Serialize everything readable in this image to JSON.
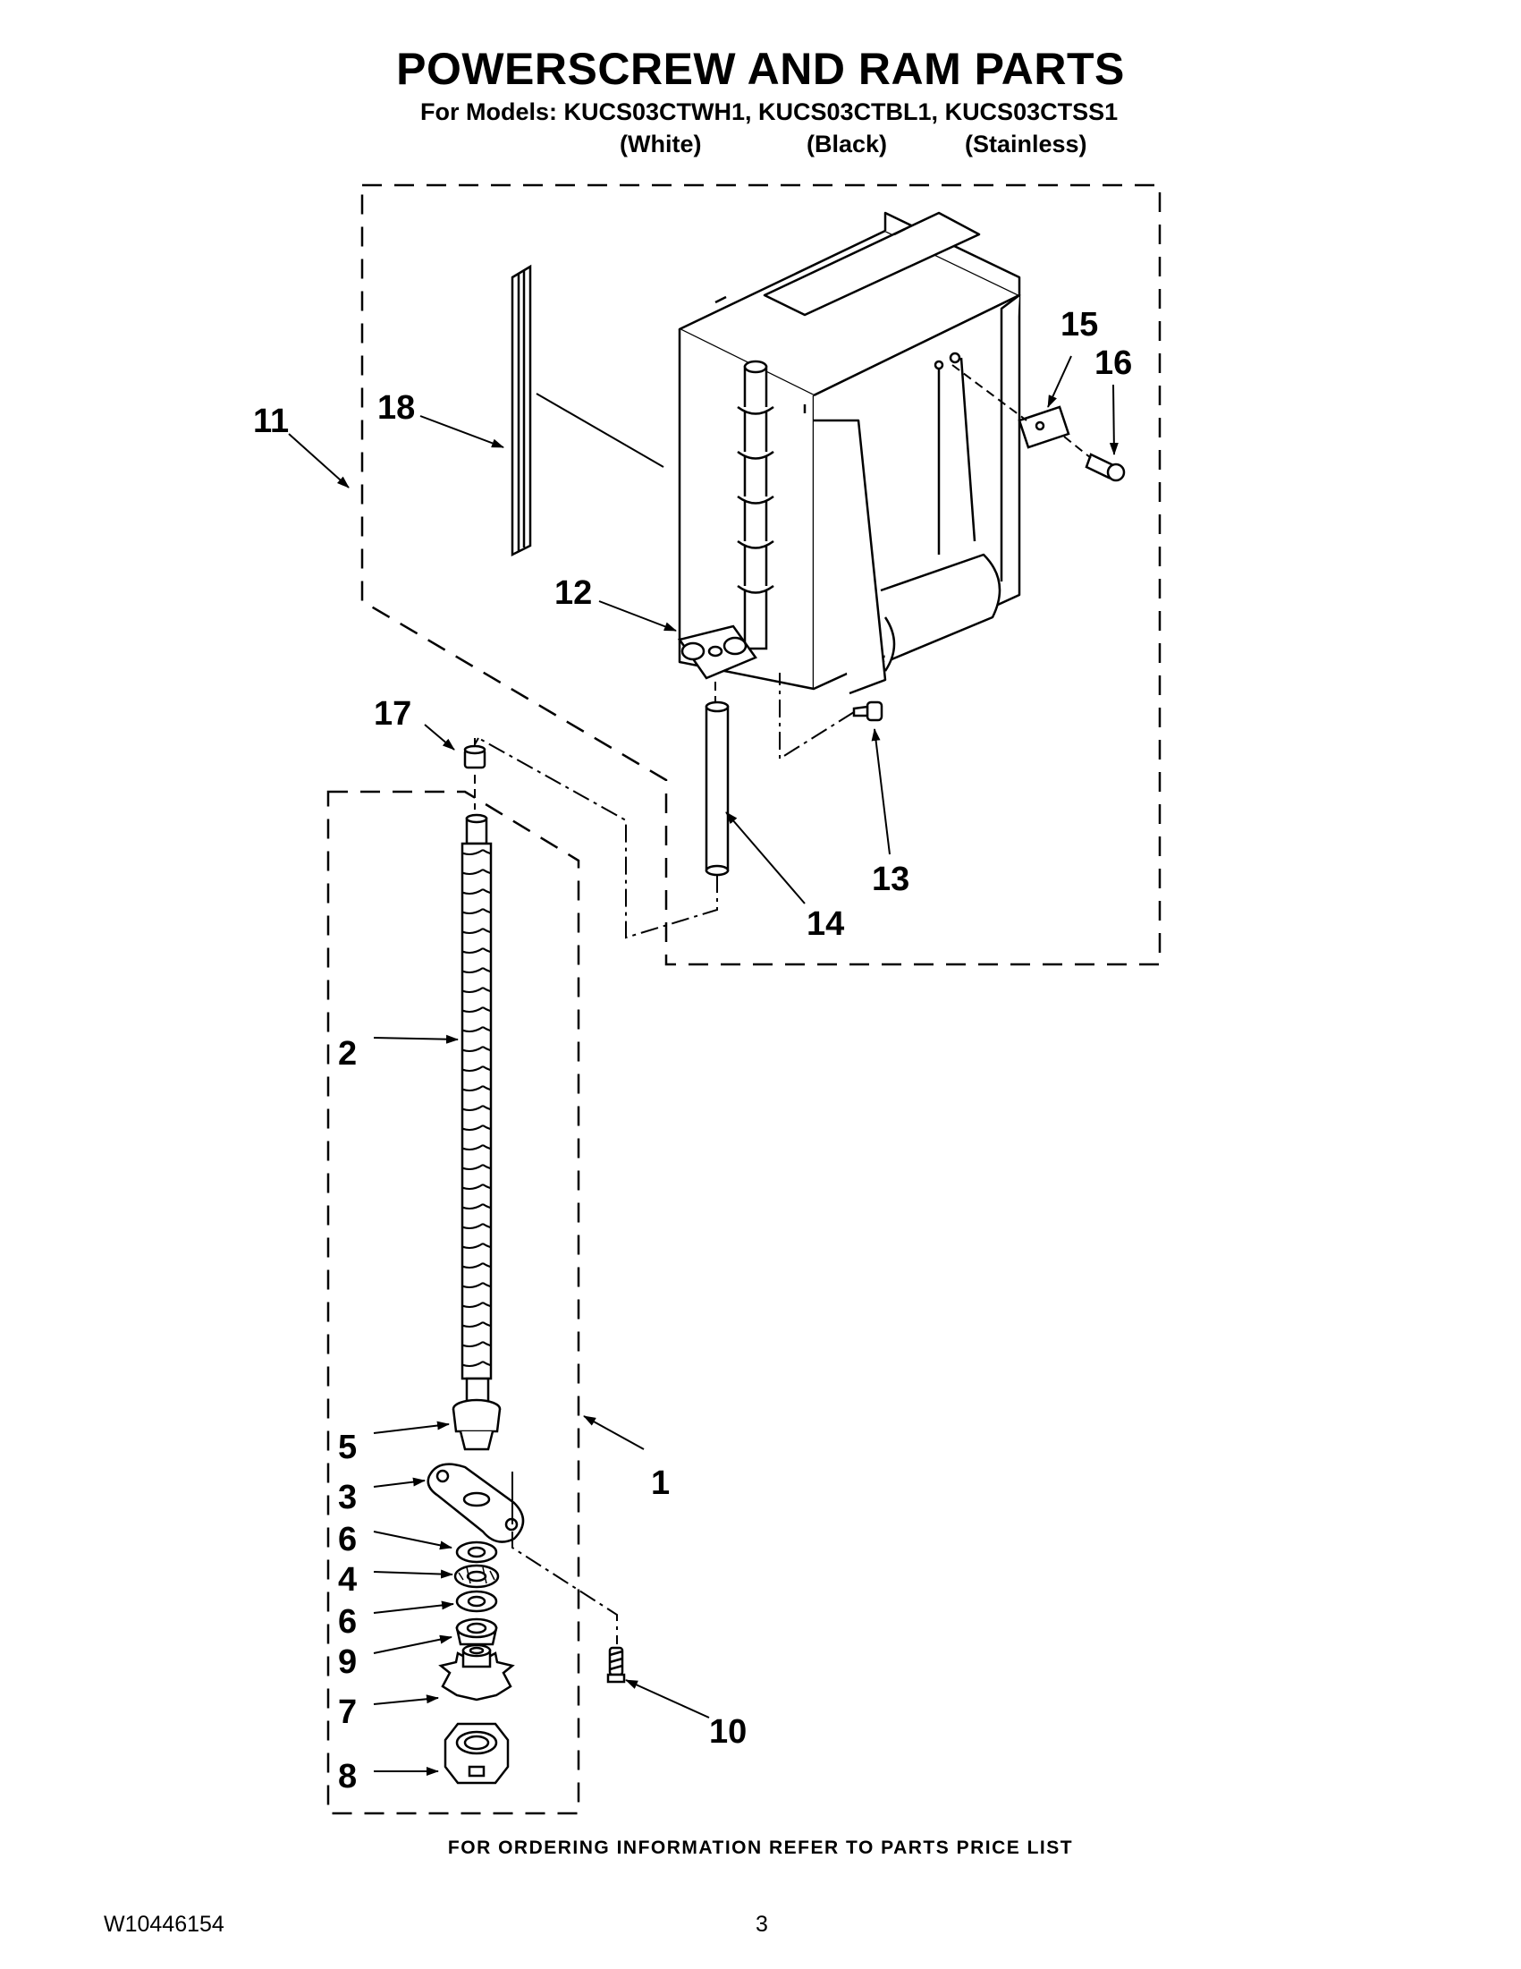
{
  "header": {
    "title": "POWERSCREW AND RAM PARTS",
    "models_line": "For Models: KUCS03CTWH1, KUCS03CTBL1, KUCS03CTSS1",
    "variants": [
      "(White)",
      "(Black)",
      "(Stainless)"
    ]
  },
  "callouts": {
    "c1": "1",
    "c2": "2",
    "c3": "3",
    "c4": "4",
    "c5": "5",
    "c6a": "6",
    "c6b": "6",
    "c7": "7",
    "c8": "8",
    "c9": "9",
    "c10": "10",
    "c11": "11",
    "c12": "12",
    "c13": "13",
    "c14": "14",
    "c15": "15",
    "c16": "16",
    "c17": "17",
    "c18": "18"
  },
  "footer": {
    "ordering_note": "FOR ORDERING INFORMATION REFER TO PARTS PRICE LIST",
    "document_number": "W10446154",
    "page_number": "3"
  }
}
